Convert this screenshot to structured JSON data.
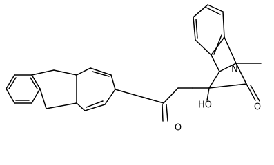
{
  "molecule": {
    "atom_labels": {
      "n1": "N",
      "o_ketone": "O",
      "o_lactam": "O",
      "ho": "HO"
    }
  }
}
